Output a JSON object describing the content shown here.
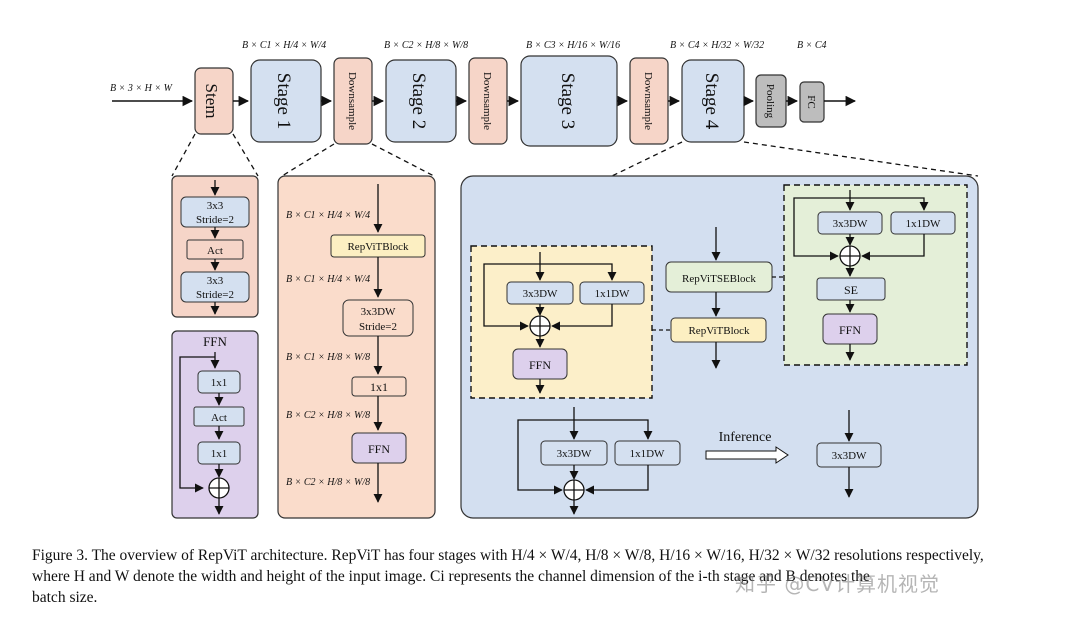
{
  "top": {
    "input_label": "B × 3 × H × W",
    "dims": [
      "B × C1 × H/4 × W/4",
      "B × C2 × H/8 × W/8",
      "B × C3 × H/16 × W/16",
      "B × C4 × H/32 × W/32",
      "B × C4"
    ],
    "stem": "Stem",
    "stages": [
      "Stage 1",
      "Stage 2",
      "Stage 3",
      "Stage 4"
    ],
    "downsample": "Downsample",
    "pooling": "Pooling",
    "fc": "FC"
  },
  "stem_detail": {
    "conv1": [
      "3x3",
      "Stride=2"
    ],
    "act": "Act",
    "conv2": [
      "3x3",
      "Stride=2"
    ]
  },
  "ffn_detail": {
    "title": "FFN",
    "l1": "1x1",
    "act": "Act",
    "l2": "1x1"
  },
  "downsample_detail": {
    "dim1": "B × C1 × H/4 × W/4",
    "block": "RepViTBlock",
    "dim2": "B × C1 × H/4 × W/4",
    "dw": [
      "3x3DW",
      "Stride=2"
    ],
    "dim3": "B × C1 × H/8 × W/8",
    "pw": "1x1",
    "dim4": "B × C2 × H/8 × W/8",
    "ffn": "FFN",
    "dim5": "B × C2 × H/8 × W/8"
  },
  "stage_detail": {
    "yellow": {
      "dw": "3x3DW",
      "pw": "1x1DW",
      "ffn": "FFN"
    },
    "green": {
      "dw": "3x3DW",
      "pw": "1x1DW",
      "se": "SE",
      "ffn": "FFN"
    },
    "se_block": "RepViTSEBlock",
    "t_block": "RepViTBlock",
    "bottom": {
      "dw": "3x3DW",
      "pw": "1x1DW"
    },
    "inference": "Inference",
    "result": "3x3DW"
  },
  "caption": {
    "line1": "Figure 3. The overview of RepViT architecture. RepViT has four stages with H/4 × W/4, H/8 × W/8, H/16 × W/16, H/32 × W/32 resolutions respectively,",
    "line2": "where H and W denote the width and height of the input image. Ci represents the channel dimension of the i-th stage and B denotes the",
    "line3": "batch size."
  },
  "watermark": "知乎 @CV计算机视觉",
  "colors": {
    "pink": "#f6d5c8",
    "blue": "#d4e0f0",
    "gray": "#bdbdbd",
    "purple": "#ddd0ec",
    "yellow_bg": "#fcefc9",
    "green_bg": "#e4efd8",
    "panel_blue": "#d3dff0"
  }
}
